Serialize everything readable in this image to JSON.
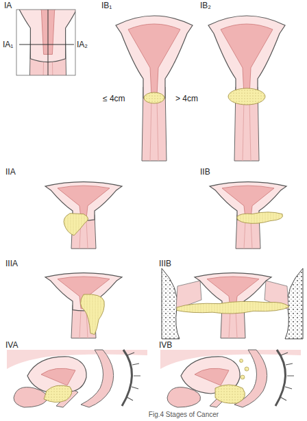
{
  "diagram": {
    "caption": "Fig.4 Stages of Cancer",
    "labels": [
      "IA",
      "IA₁",
      "IA₂",
      "IB₁",
      "IB₂",
      "≤ 4cm",
      "> 4cm",
      "IIA",
      "IIB",
      "IIIA",
      "IIIB",
      "IVA",
      "IVB"
    ]
  }
}
